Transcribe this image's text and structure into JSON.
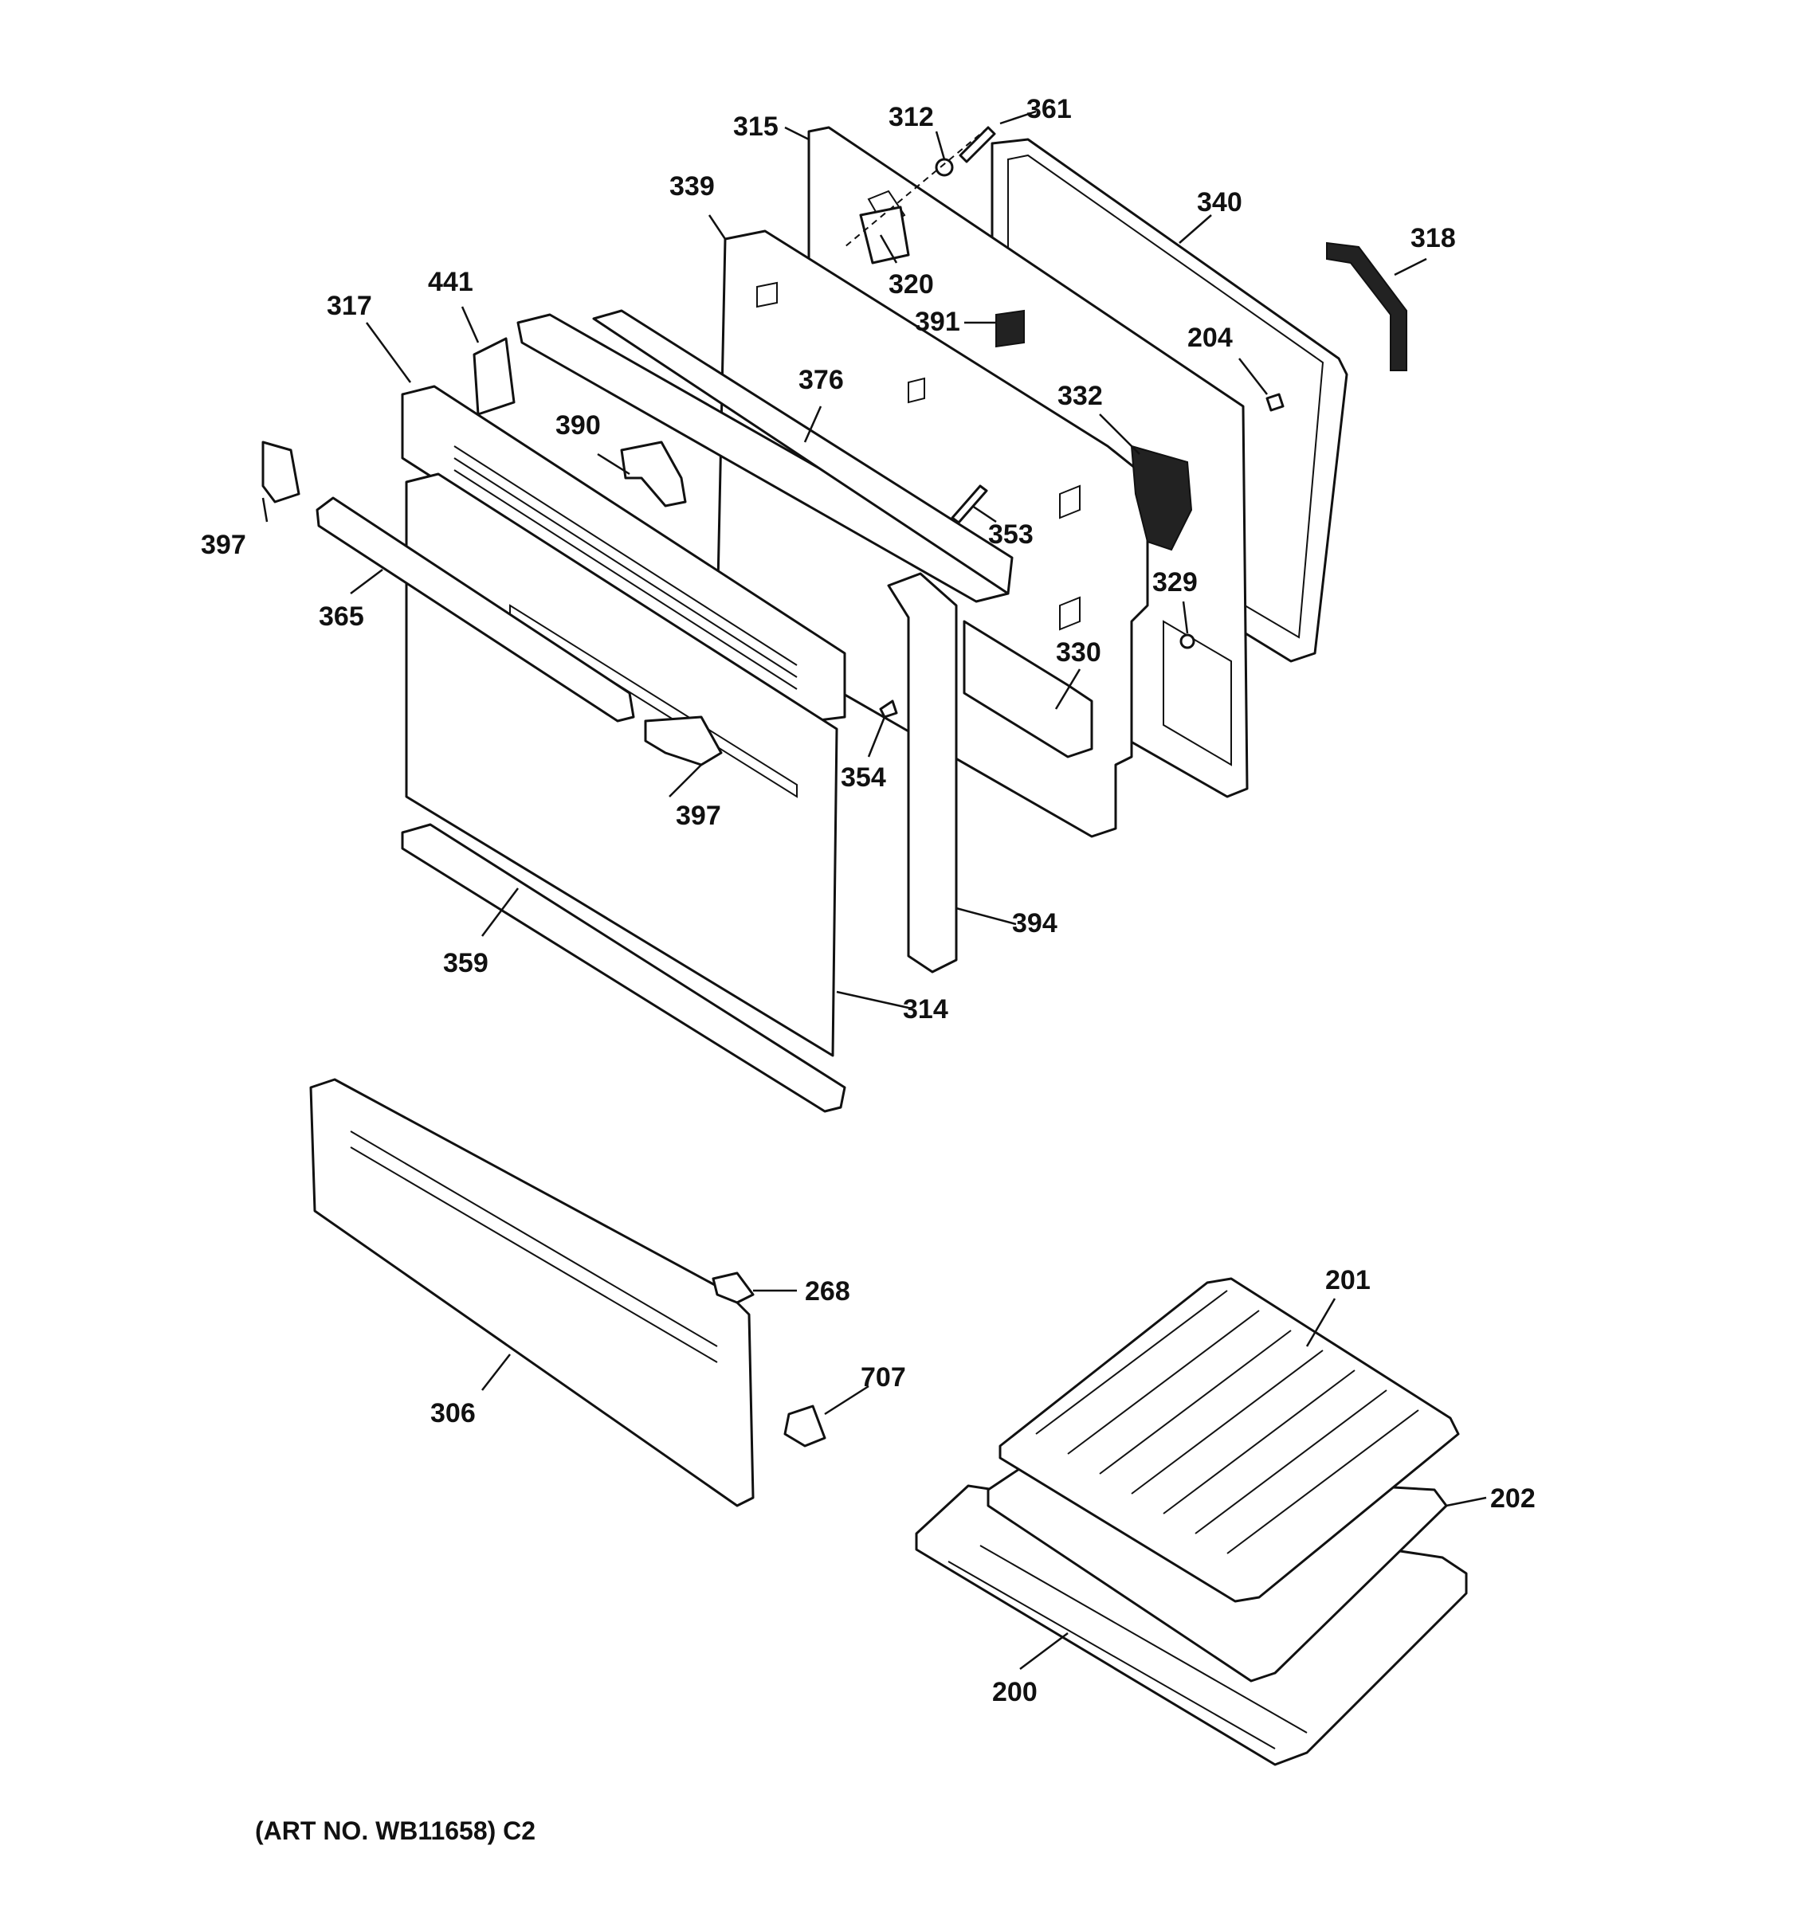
{
  "callouts": {
    "c315": "315",
    "c312": "312",
    "c361": "361",
    "c339": "339",
    "c340": "340",
    "c318": "318",
    "c441": "441",
    "c317": "317",
    "c320": "320",
    "c391": "391",
    "c204": "204",
    "c376": "376",
    "c332": "332",
    "c390": "390",
    "c397a": "397",
    "c353": "353",
    "c329": "329",
    "c365": "365",
    "c330": "330",
    "c354": "354",
    "c397b": "397",
    "c394": "394",
    "c359": "359",
    "c314": "314",
    "c201": "201",
    "c268": "268",
    "c707": "707",
    "c306": "306",
    "c202": "202",
    "c200": "200"
  },
  "caption": "(ART NO. WB11658) C2"
}
